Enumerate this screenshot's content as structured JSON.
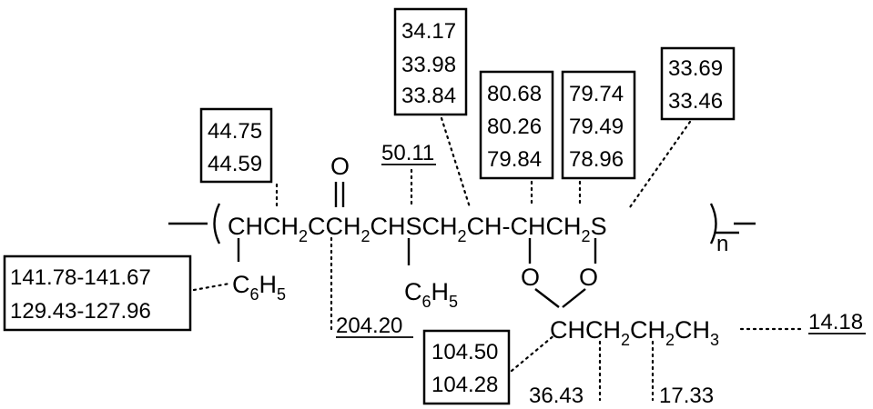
{
  "shift_boxes": {
    "b1": [
      "44.75",
      "44.59"
    ],
    "b2": [
      "34.17",
      "33.98",
      "33.84"
    ],
    "b3": [
      "80.68",
      "80.26",
      "79.84"
    ],
    "b4": [
      "79.74",
      "79.49",
      "78.96"
    ],
    "b5": [
      "33.69",
      "33.46"
    ],
    "b6": [
      "141.78-141.67",
      "129.43-127.96"
    ],
    "b7": [
      "104.50",
      "104.28"
    ]
  },
  "shift_labels": {
    "carbonyl": "204.20",
    "ch_phenyl": "50.11",
    "methyl": "14.18",
    "ch2_a": "36.43",
    "ch2_b": "17.33"
  },
  "structure": {
    "oxygen": "O",
    "repeat_subscript": "n",
    "seg1": "CHCH",
    "seg2": "CCH",
    "seg3": "CHSCH",
    "seg4": "CH-CHCH",
    "seg5": "S",
    "sub2": "2",
    "phenyl_c": "C",
    "phenyl_6": "6",
    "phenyl_h": "H",
    "phenyl_5": "5",
    "ring_o": "O",
    "side_ch": "CHCH",
    "side_ch2": "CH",
    "side_ch3": "CH",
    "sub3": "3"
  }
}
